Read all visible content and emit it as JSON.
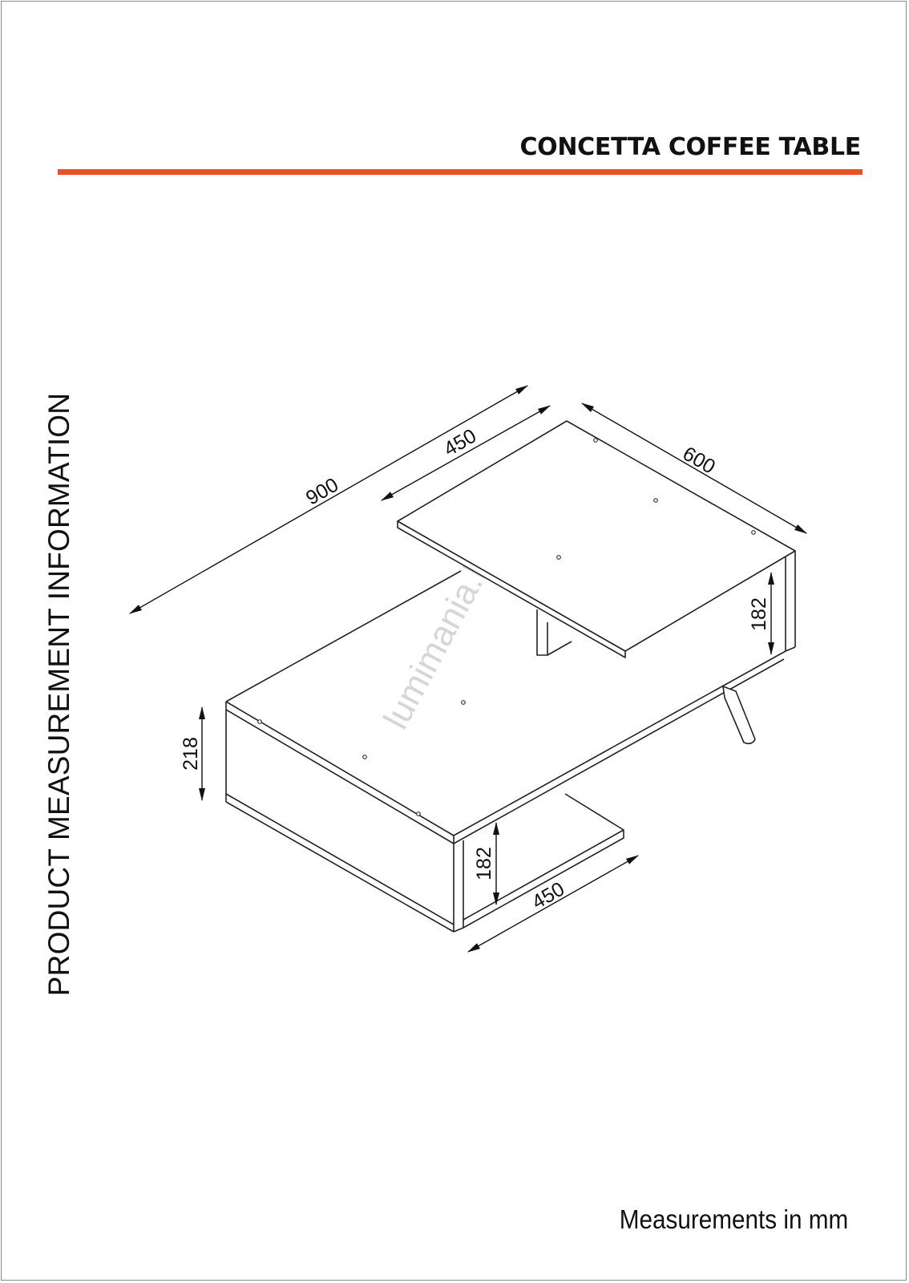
{
  "header": {
    "title": "CONCETTA COFFEE TABLE",
    "rule_color": "#e8502a"
  },
  "side_label": "PRODUCT MEASUREMENT INFORMATION",
  "footer": {
    "note": "Measurements in mm"
  },
  "watermark": "lumimania.be",
  "dimensions": {
    "overall_length": "900",
    "top_shelf_length": "450",
    "depth": "600",
    "upper_gap_height": "182",
    "body_height": "218",
    "lower_gap_height": "182",
    "bottom_shelf_length": "450"
  }
}
